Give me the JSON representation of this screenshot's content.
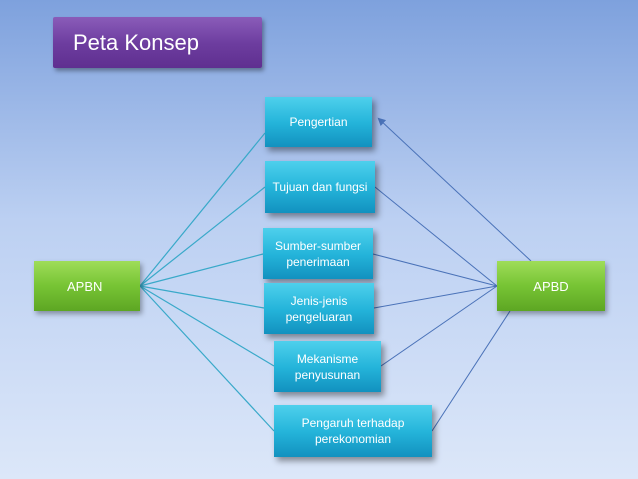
{
  "slide": {
    "title": "Peta Konsep"
  },
  "nodes": {
    "apbn": "APBN",
    "apbd": "APBD",
    "topics": [
      "Pengertian",
      "Tujuan dan fungsi",
      "Sumber-sumber penerimaan",
      "Jenis-jenis pengeluaran",
      "Mekanisme penyusunan",
      "Pengaruh terhadap perekonomian"
    ]
  },
  "colors": {
    "title_fill": "#6d3d9f",
    "node_green": "#78c535",
    "topic_blue": "#24b4da",
    "left_lines": "#39a9c9",
    "right_lines": "#4a72b8"
  }
}
